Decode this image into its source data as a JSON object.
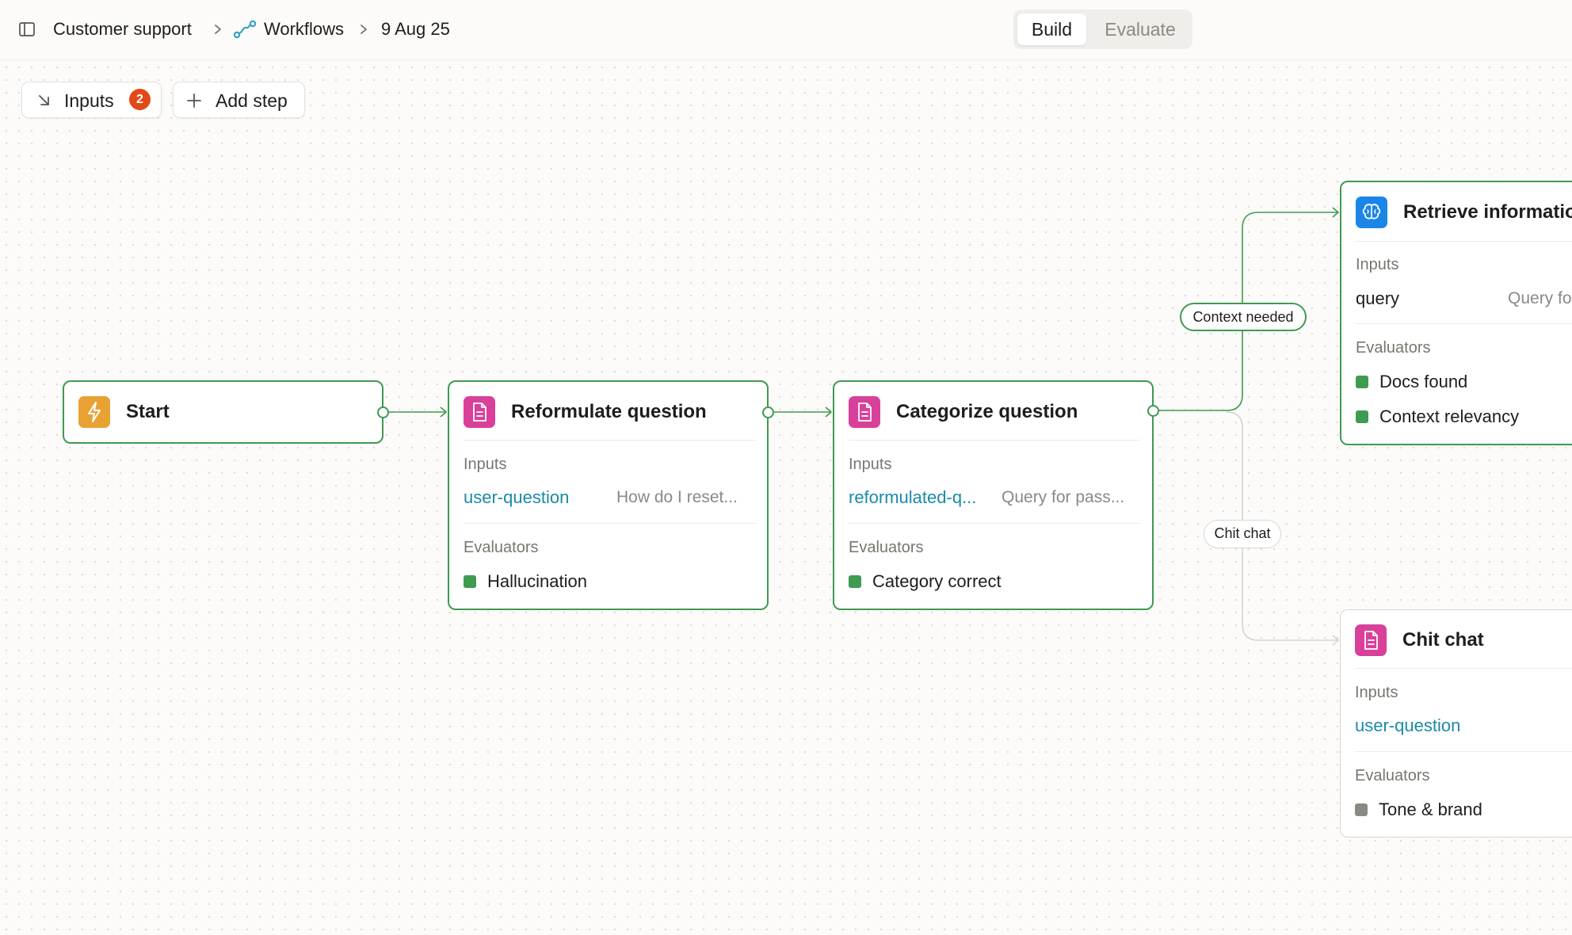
{
  "breadcrumb": {
    "project": "Customer support",
    "section": "Workflows",
    "item": "9 Aug 25"
  },
  "mode_toggle": {
    "build_label": "Build",
    "evaluate_label": "Evaluate",
    "active": "Build"
  },
  "toolbar": {
    "inputs_label": "Inputs",
    "inputs_count": "2",
    "add_step_label": "Add step"
  },
  "colors": {
    "success": "#3f9a52",
    "link": "#1a8ba6",
    "badge": "#e2491a",
    "start_icon": "#e8a233",
    "prompt_icon": "#d9409a",
    "retrieval_icon": "#1c86e8"
  },
  "nodes": {
    "start": {
      "title": "Start",
      "icon": "lightning-icon"
    },
    "reformulate": {
      "title": "Reformulate question",
      "icon": "document-icon",
      "inputs_label": "Inputs",
      "input_name": "user-question",
      "input_value": "How do I reset...",
      "evaluators_label": "Evaluators",
      "evaluators": [
        {
          "name": "Hallucination",
          "status": "passed"
        }
      ]
    },
    "categorize": {
      "title": "Categorize question",
      "icon": "document-icon",
      "inputs_label": "Inputs",
      "input_name": "reformulated-q...",
      "input_value": "Query for pass...",
      "evaluators_label": "Evaluators",
      "evaluators": [
        {
          "name": "Category correct",
          "status": "passed"
        }
      ]
    },
    "retrieve": {
      "title": "Retrieve informatio",
      "icon": "brain-icon",
      "inputs_label": "Inputs",
      "input_name": "query",
      "input_value": "Query fo",
      "evaluators_label": "Evaluators",
      "evaluators": [
        {
          "name": "Docs found",
          "status": "passed"
        },
        {
          "name": "Context relevancy",
          "status": "passed"
        }
      ]
    },
    "chitchat": {
      "title": "Chit chat",
      "icon": "document-icon",
      "inputs_label": "Inputs",
      "input_name": "user-question",
      "evaluators_label": "Evaluators",
      "evaluators": [
        {
          "name": "Tone & brand",
          "status": "pending"
        }
      ]
    }
  },
  "edges": {
    "context_label": "Context needed",
    "chit_chat_label": "Chit chat"
  }
}
